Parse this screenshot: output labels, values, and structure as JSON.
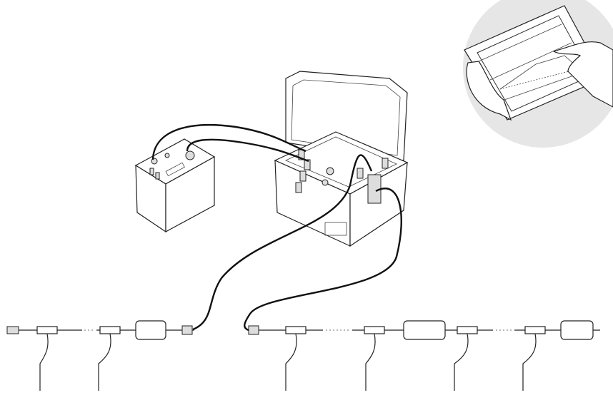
{
  "diagram": {
    "components": [
      "tablet-controller",
      "battery",
      "data-acquisition-case",
      "sensor-chain-left",
      "sensor-chain-right"
    ],
    "colors": {
      "line": "#222222",
      "tablet_backdrop": "#e6e6e6",
      "background": "#ffffff"
    }
  }
}
